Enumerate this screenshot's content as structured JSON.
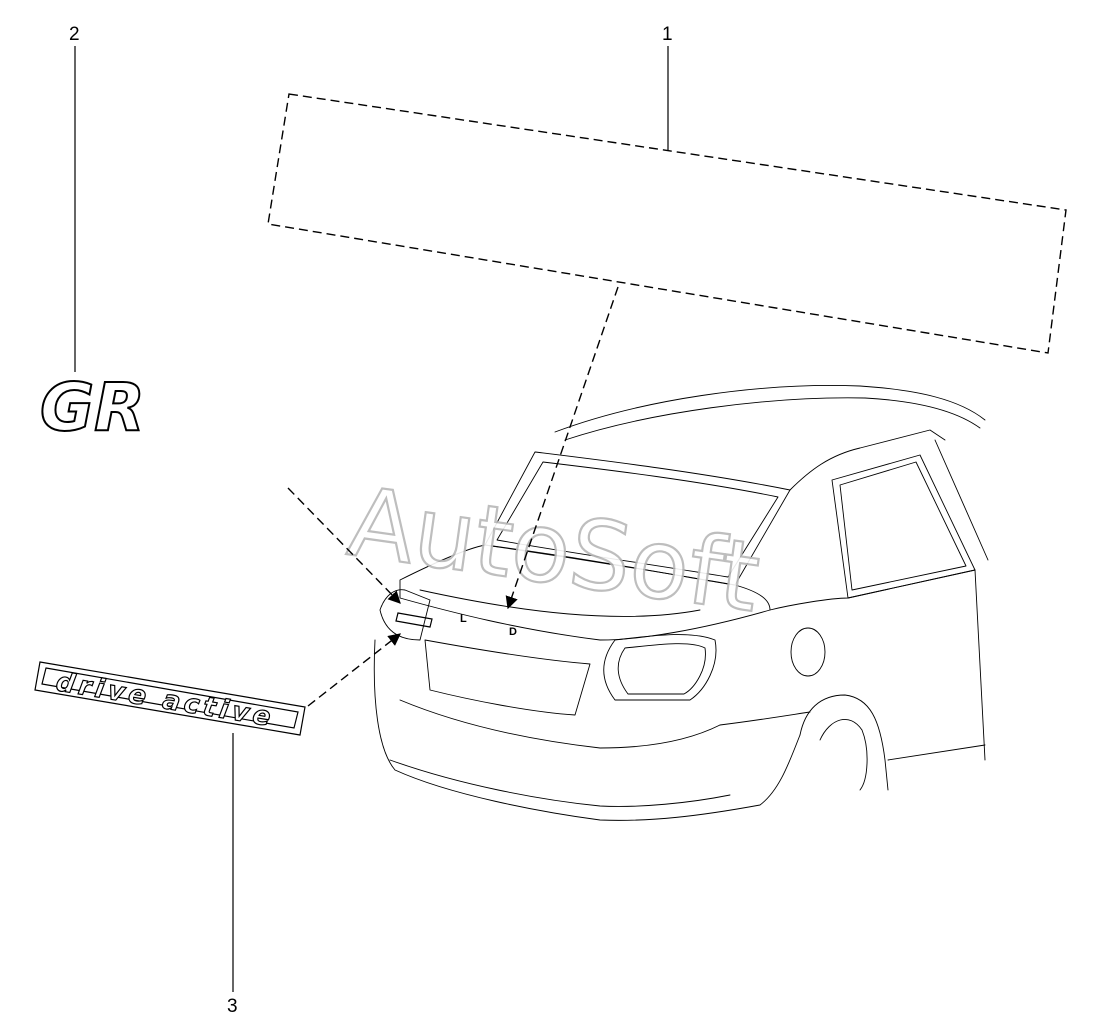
{
  "callouts": {
    "one": "1",
    "two": "2",
    "three": "3"
  },
  "watermark": "AutoSoft",
  "emblems": {
    "gr_logo": "GR",
    "drive_active": "drive active",
    "rear_letter_left": "L",
    "rear_letter_right": "D"
  },
  "colors": {
    "line": "#000000",
    "watermark_outline": "#b8b8b8",
    "background": "#ffffff"
  }
}
